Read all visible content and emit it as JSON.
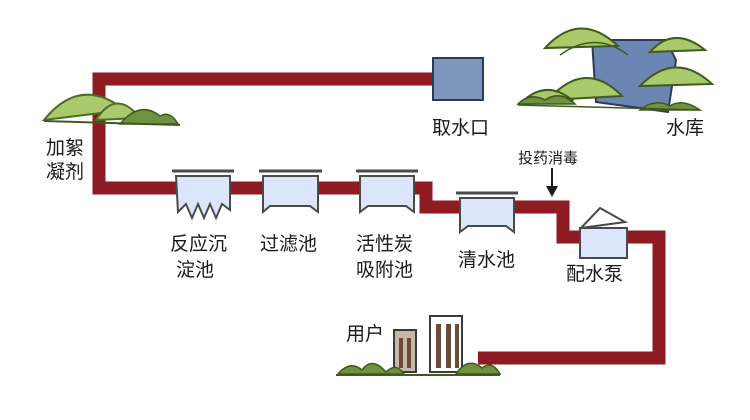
{
  "labels": {
    "intake": "取水口",
    "reservoir": "水库",
    "coagulant_l1": "加絮",
    "coagulant_l2": "凝剂",
    "sedimentation_l1": "反应沉",
    "sedimentation_l2": "淀池",
    "filter": "过滤池",
    "carbon_l1": "活性炭",
    "carbon_l2": "吸附池",
    "clear_water": "清水池",
    "disinfection": "投药消毒",
    "pump": "配水泵",
    "user": "用户"
  },
  "colors": {
    "pipe": "#8e1b22",
    "tank_fill": "#dbe6fb",
    "tank_stroke": "#4a4a4a",
    "bush": "#a9c96a",
    "bush_dark": "#6f9140",
    "water": "#6b86b3",
    "intake_box": "#7e95bc"
  }
}
